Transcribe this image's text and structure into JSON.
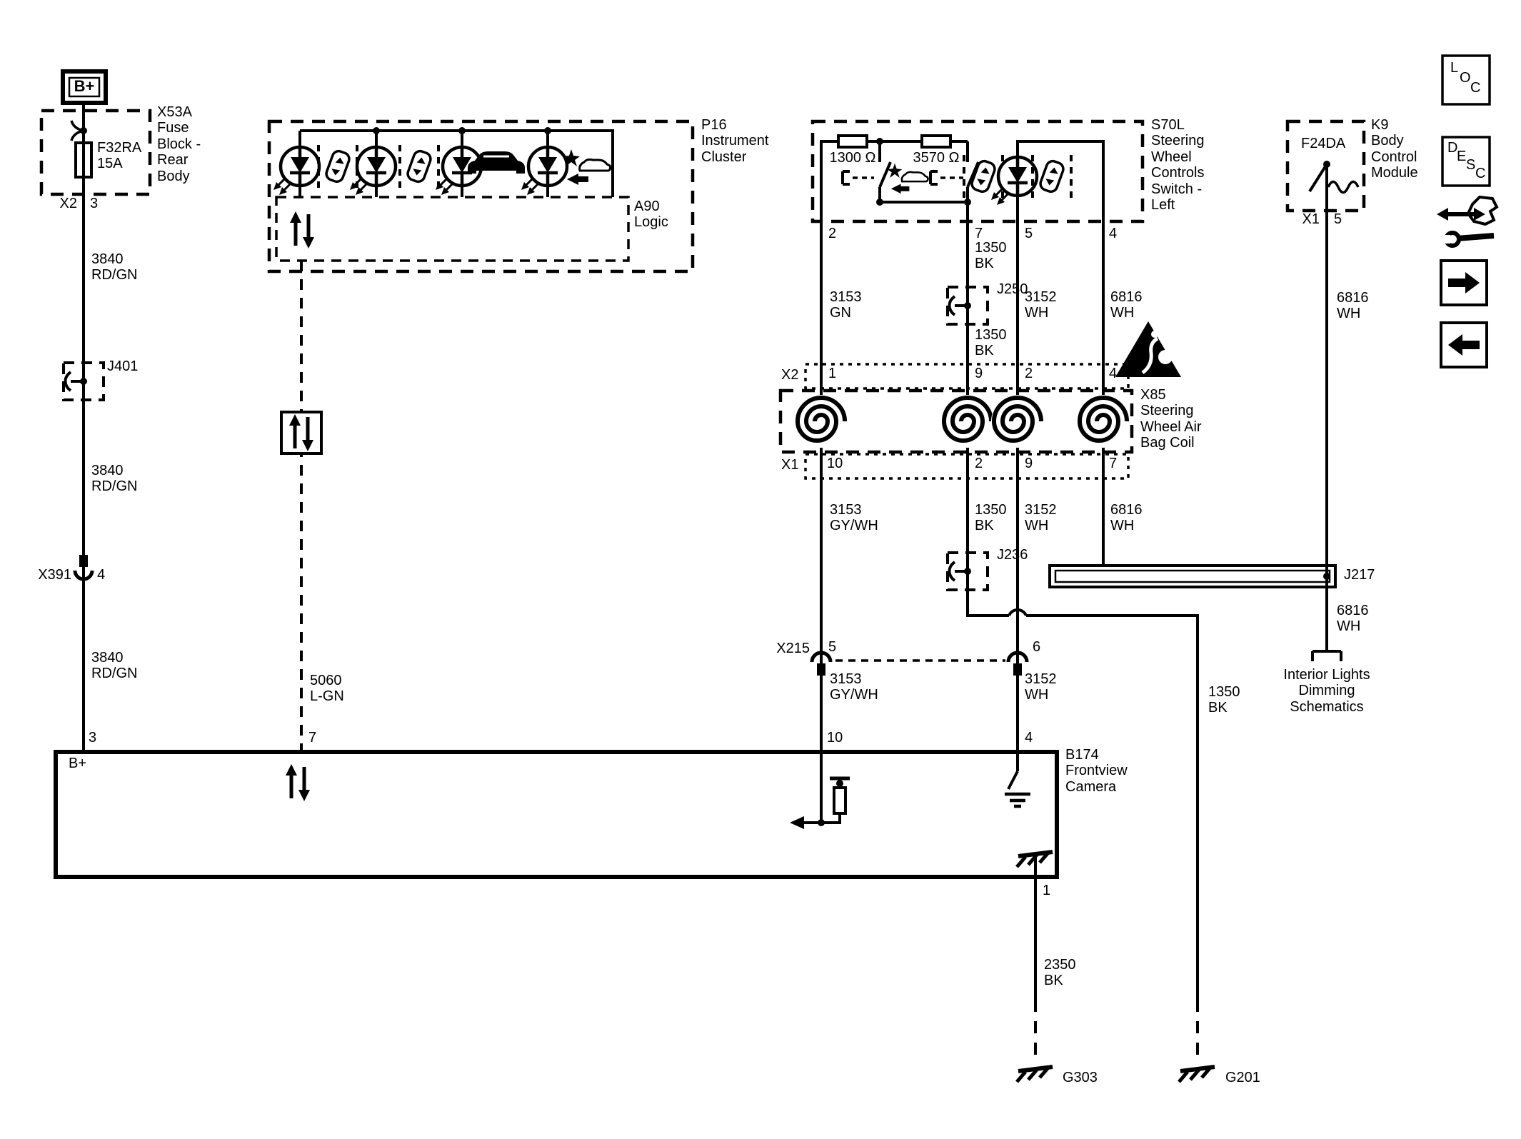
{
  "colors": {
    "ink": "#000000",
    "paper": "#ffffff"
  },
  "fuse_block": {
    "battery": "B+",
    "name": "X53A\nFuse\nBlock -\nRear\nBody",
    "fuse": "F32RA\n15A",
    "connector": "X2",
    "pin": "3"
  },
  "left_branch": {
    "wire1": "3840\nRD/GN",
    "splice": "J401",
    "wire2": "3840\nRD/GN",
    "connector": "X391",
    "connector_pin": "4",
    "wire3": "3840\nRD/GN",
    "camera_pin": "3"
  },
  "cluster": {
    "name": "P16\nInstrument\nCluster",
    "logic": "A90\nLogic"
  },
  "data_link": {
    "wire": "5060\nL-GN",
    "camera_pin": "7"
  },
  "sw_switch": {
    "name": "S70L\nSteering\nWheel\nControls\nSwitch -\nLeft",
    "resistor1": "1300 Ω",
    "resistor2": "3570 Ω",
    "pin2": "2",
    "pin7": "7",
    "pin5": "5",
    "pin4": "4"
  },
  "harness_upper": {
    "wire_3153": "3153\nGN",
    "wire_1350a": "1350\nBK",
    "splice_j250": "J250",
    "wire_1350b": "1350\nBK",
    "wire_3152": "3152\nWH",
    "wire_6816": "6816\nWH"
  },
  "airbag_coil": {
    "name": "X85\nSteering\nWheel Air\nBag Coil",
    "conn_top": "X2",
    "conn_bottom": "X1",
    "top_pins": [
      "1",
      "9",
      "2",
      "4"
    ],
    "bottom_pins": [
      "10",
      "2",
      "9",
      "7"
    ]
  },
  "harness_lower": {
    "wire_3153": "3153\nGY/WH",
    "wire_1350": "1350\nBK",
    "splice_j236": "J236",
    "wire_3152": "3152\nWH",
    "wire_6816": "6816\nWH",
    "splice_j217": "J217"
  },
  "x215": {
    "name": "X215",
    "pin5": "5",
    "pin6": "6",
    "wire_3153": "3153\nGY/WH",
    "wire_3152": "3152\nWH"
  },
  "camera": {
    "name": "B174\nFrontview\nCamera",
    "battery": "B+",
    "pin10": "10",
    "pin4": "4",
    "pin1": "1"
  },
  "grounds": {
    "wire_2350": "2350\nBK",
    "g303": "G303",
    "wire_1350": "1350\nBK",
    "g201": "G201"
  },
  "bcm": {
    "name": "K9\nBody\nControl\nModule",
    "fuse": "F24DA",
    "connector": "X1",
    "pin": "5",
    "wire_a": "6816\nWH",
    "wire_b": "6816\nWH",
    "offpage": "Interior Lights\nDimming\nSchematics"
  },
  "sidebar": {
    "loc": [
      "L",
      "O",
      "C"
    ],
    "desc": [
      "D",
      "E",
      "S",
      "C"
    ]
  }
}
